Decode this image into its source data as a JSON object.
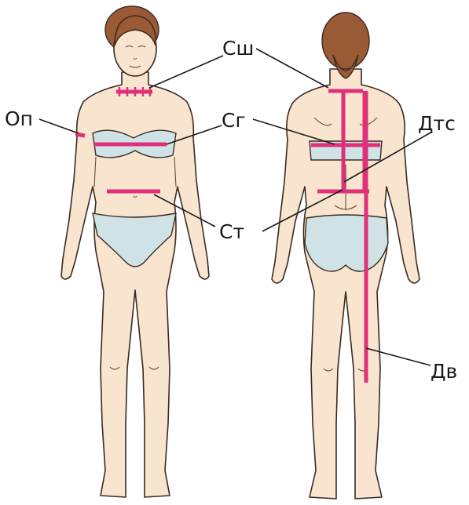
{
  "labels": {
    "sh": "Сш",
    "op": "Оп",
    "sg": "Сг",
    "dts": "Дтс",
    "st": "Ст",
    "dv": "Дв"
  },
  "colors": {
    "measure": "#e0307a",
    "skin": "#f8e4cf",
    "garment": "#cfe3e6",
    "hair": "#9a5a35"
  }
}
